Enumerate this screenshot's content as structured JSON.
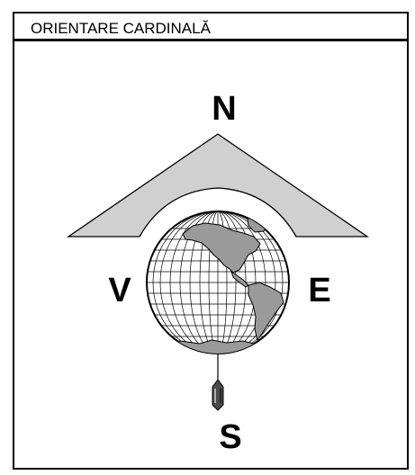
{
  "panel": {
    "title": "ORIENTARE CARDINALĂ"
  },
  "compass": {
    "north": "N",
    "south": "S",
    "east": "E",
    "west": "V"
  },
  "colors": {
    "roof_fill": "#d0d0d0",
    "land_fill": "#9a9a9a",
    "line": "#000000"
  },
  "icons": {
    "globe": "globe-americas-icon",
    "needle": "compass-needle-icon"
  }
}
